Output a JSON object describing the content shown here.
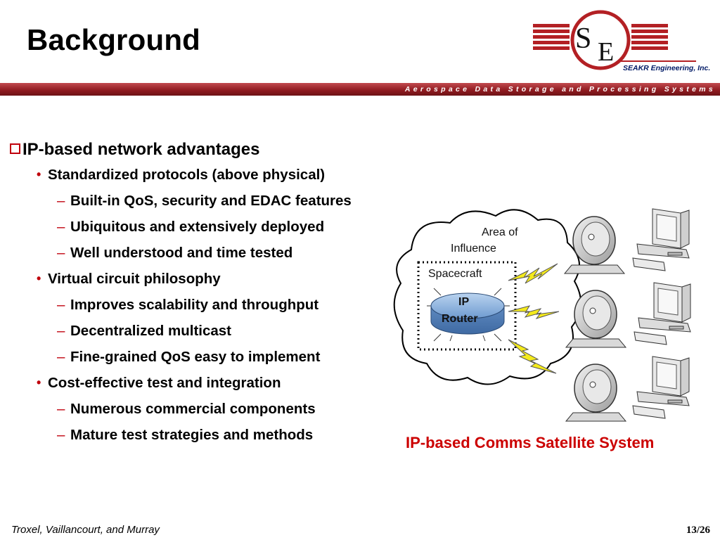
{
  "slide": {
    "title": "Background",
    "tagline": "Aerospace Data Storage and Processing Systems"
  },
  "logo": {
    "letter_s": "S",
    "letter_e": "E",
    "company": "SEAKR Engineering, Inc."
  },
  "content": {
    "heading": "IP-based network advantages",
    "groups": [
      {
        "label": "Standardized protocols (above physical)",
        "items": [
          "Built-in QoS, security and EDAC features",
          "Ubiquitous and extensively deployed",
          "Well understood and time tested"
        ]
      },
      {
        "label": "Virtual circuit philosophy",
        "items": [
          "Improves scalability and throughput",
          "Decentralized multicast",
          "Fine-grained QoS easy to implement"
        ]
      },
      {
        "label": "Cost-effective test and integration",
        "items": [
          "Numerous commercial components",
          "Mature test strategies and methods"
        ]
      }
    ]
  },
  "diagram": {
    "cloud_label_1": "Area of",
    "cloud_label_2": "Influence",
    "box_label": "Spacecraft",
    "router_label_1": "IP",
    "router_label_2": "Router",
    "caption": "IP-based Comms Satellite System"
  },
  "footer": {
    "authors": "Troxel, Vaillancourt, and Murray",
    "page": "13/26"
  },
  "colors": {
    "accent_red": "#c0000c",
    "caption_red": "#cc0000",
    "header_bar": "#8e1a1f",
    "router_blue": "#7aa6d6"
  }
}
